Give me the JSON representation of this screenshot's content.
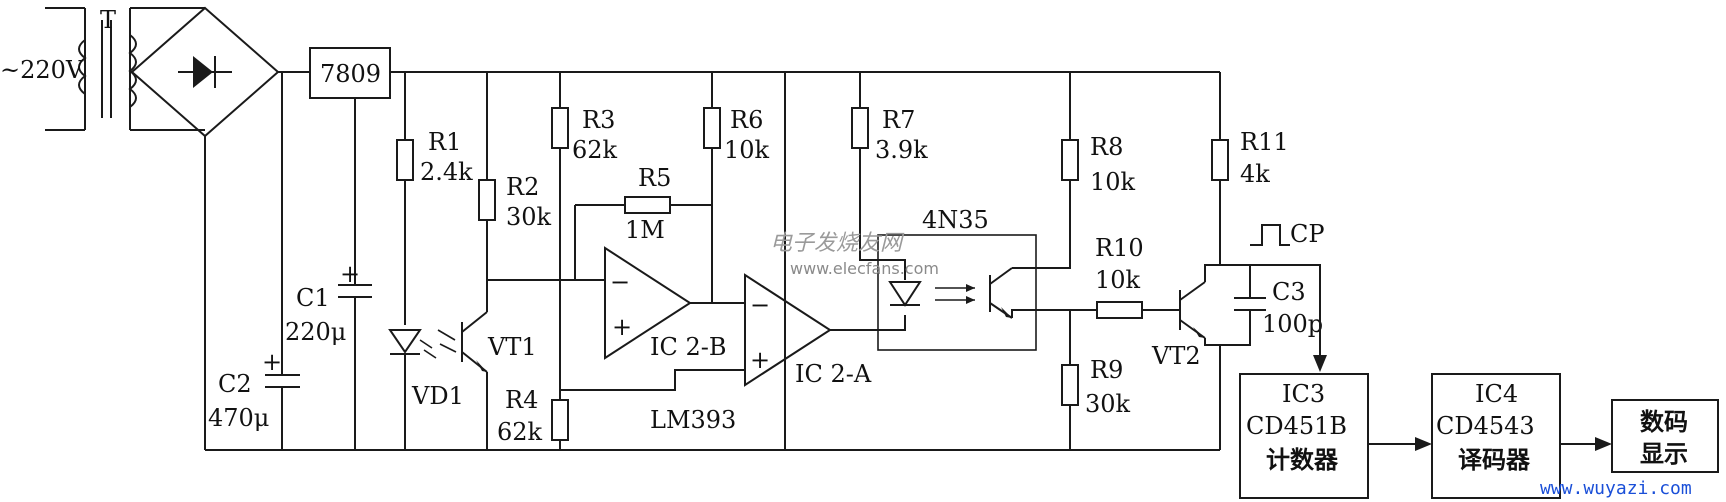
{
  "labels": {
    "transformer": "T",
    "ac_input": "~220V",
    "regulator": "7809",
    "c1_name": "C1",
    "c1_val": "220μ",
    "c2_name": "C2",
    "c2_val": "470μ",
    "r1_name": "R1",
    "r1_val": "2.4k",
    "r2_name": "R2",
    "r2_val": "30k",
    "r3_name": "R3",
    "r3_val": "62k",
    "r4_name": "R4",
    "r4_val": "62k",
    "r5_name": "R5",
    "r5_val": "1M",
    "r6_name": "R6",
    "r6_val": "10k",
    "r7_name": "R7",
    "r7_val": "3.9k",
    "r8_name": "R8",
    "r8_val": "10k",
    "r9_name": "R9",
    "r9_val": "30k",
    "r10_name": "R10",
    "r10_val": "10k",
    "r11_name": "R11",
    "r11_val": "4k",
    "c3_name": "C3",
    "c3_val": "100p",
    "vd1": "VD1",
    "vt1": "VT1",
    "vt2": "VT2",
    "ic2b": "IC 2-B",
    "ic2a": "IC 2-A",
    "lm393": "LM393",
    "optocoupler": "4N35",
    "cp": "CP",
    "plus": "+",
    "minus": "−"
  },
  "blocks": {
    "ic3_name": "IC3",
    "ic3_part": "CD451B",
    "ic3_func": "计数器",
    "ic4_name": "IC4",
    "ic4_part": "CD4543",
    "ic4_func": "译码器",
    "display_l1": "数码",
    "display_l2": "显示"
  },
  "watermark": {
    "site_cn": "电子发烧友网",
    "site_url": "www.elecfans.com",
    "corner_url": "www.wuyazi.com"
  }
}
